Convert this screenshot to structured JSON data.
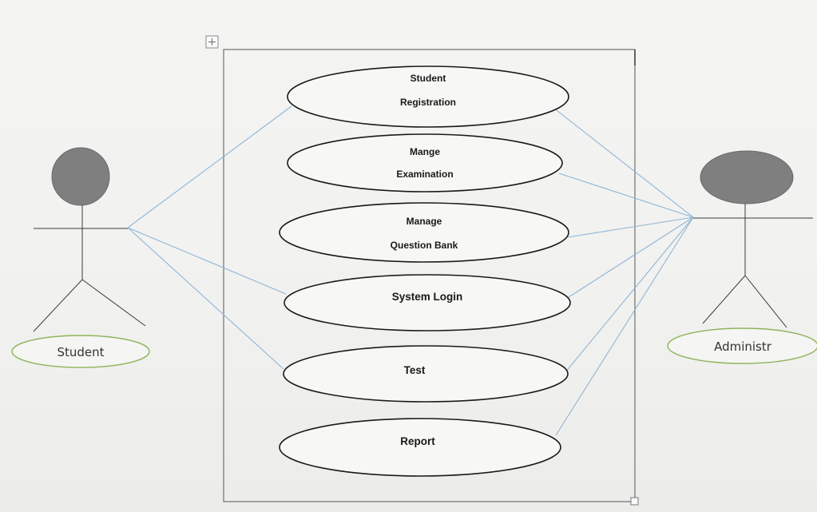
{
  "diagram": {
    "use_cases": [
      {
        "id": "student-registration",
        "lines": [
          "Student",
          "Registration"
        ]
      },
      {
        "id": "mange-examination",
        "lines": [
          "Mange",
          "Examination"
        ]
      },
      {
        "id": "manage-question-bank",
        "lines": [
          "Manage",
          "Question Bank"
        ]
      },
      {
        "id": "system-login",
        "lines": [
          "System Login"
        ]
      },
      {
        "id": "test",
        "lines": [
          "Test"
        ]
      },
      {
        "id": "report",
        "lines": [
          "Report"
        ]
      }
    ],
    "actors": {
      "student": {
        "label": "Student"
      },
      "admin": {
        "label": "Administr"
      }
    },
    "colors": {
      "association_line": "#8fb5d6",
      "actor_head": "#7f7f7f",
      "actor_label_border": "#8db55a",
      "frame": "#555555"
    }
  }
}
